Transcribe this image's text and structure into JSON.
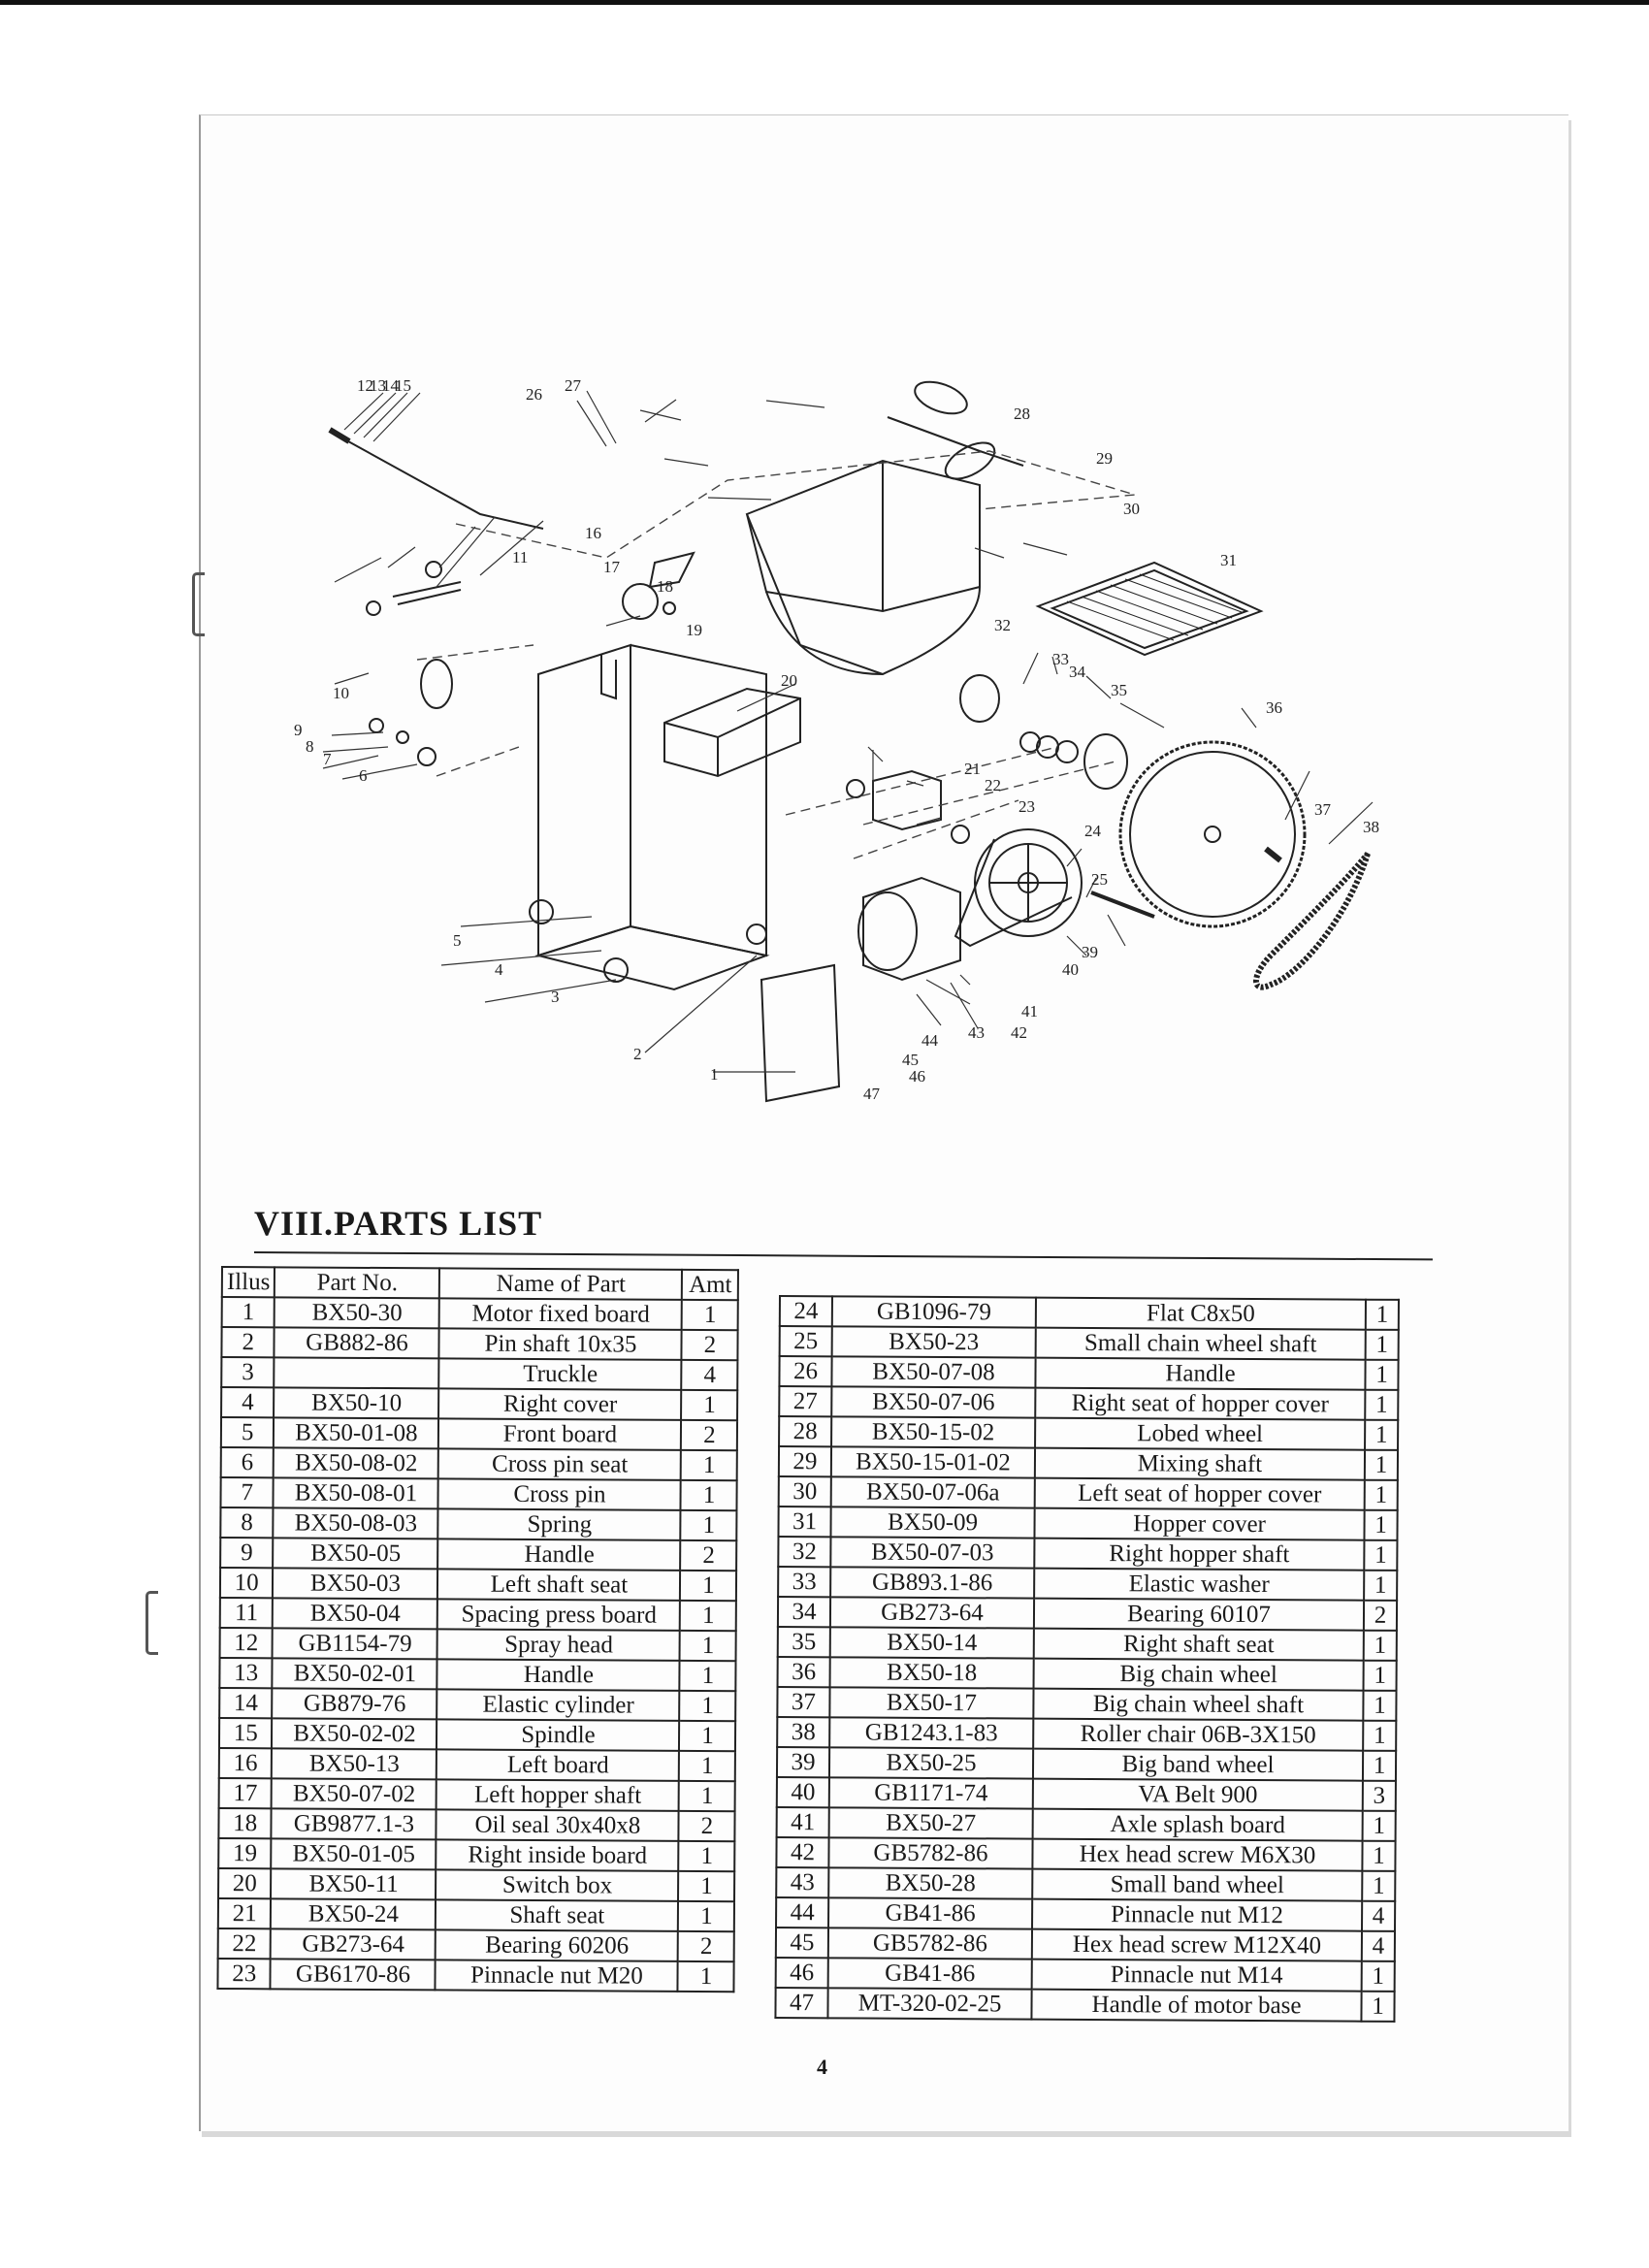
{
  "section_title": "VIII.PARTS LIST",
  "page_number": "4",
  "diagram_callouts": [
    "12",
    "13",
    "14",
    "15",
    "26",
    "27",
    "28",
    "29",
    "30",
    "31",
    "11",
    "16",
    "17",
    "18",
    "19",
    "32",
    "33",
    "34",
    "35",
    "36",
    "10",
    "20",
    "9",
    "8",
    "7",
    "6",
    "21",
    "22",
    "23",
    "24",
    "25",
    "37",
    "38",
    "39",
    "40",
    "5",
    "4",
    "3",
    "41",
    "42",
    "43",
    "44",
    "45",
    "46",
    "47",
    "2",
    "1"
  ],
  "table_left": {
    "headers": [
      "Illus",
      "Part No.",
      "Name of Part",
      "Amt"
    ],
    "rows": [
      [
        "1",
        "BX50-30",
        "Motor fixed board",
        "1"
      ],
      [
        "2",
        "GB882-86",
        "Pin shaft 10x35",
        "2"
      ],
      [
        "3",
        "",
        "Truckle",
        "4"
      ],
      [
        "4",
        "BX50-10",
        "Right cover",
        "1"
      ],
      [
        "5",
        "BX50-01-08",
        "Front board",
        "2"
      ],
      [
        "6",
        "BX50-08-02",
        "Cross pin seat",
        "1"
      ],
      [
        "7",
        "BX50-08-01",
        "Cross pin",
        "1"
      ],
      [
        "8",
        "BX50-08-03",
        "Spring",
        "1"
      ],
      [
        "9",
        "BX50-05",
        "Handle",
        "2"
      ],
      [
        "10",
        "BX50-03",
        "Left shaft seat",
        "1"
      ],
      [
        "11",
        "BX50-04",
        "Spacing press board",
        "1"
      ],
      [
        "12",
        "GB1154-79",
        "Spray head",
        "1"
      ],
      [
        "13",
        "BX50-02-01",
        "Handle",
        "1"
      ],
      [
        "14",
        "GB879-76",
        "Elastic cylinder",
        "1"
      ],
      [
        "15",
        "BX50-02-02",
        "Spindle",
        "1"
      ],
      [
        "16",
        "BX50-13",
        "Left board",
        "1"
      ],
      [
        "17",
        "BX50-07-02",
        "Left hopper shaft",
        "1"
      ],
      [
        "18",
        "GB9877.1-3",
        "Oil seal 30x40x8",
        "2"
      ],
      [
        "19",
        "BX50-01-05",
        "Right inside board",
        "1"
      ],
      [
        "20",
        "BX50-11",
        "Switch box",
        "1"
      ],
      [
        "21",
        "BX50-24",
        "Shaft seat",
        "1"
      ],
      [
        "22",
        "GB273-64",
        "Bearing 60206",
        "2"
      ],
      [
        "23",
        "GB6170-86",
        "Pinnacle nut M20",
        "1"
      ]
    ]
  },
  "table_right": {
    "rows": [
      [
        "24",
        "GB1096-79",
        "Flat C8x50",
        "1"
      ],
      [
        "25",
        "BX50-23",
        "Small chain wheel shaft",
        "1"
      ],
      [
        "26",
        "BX50-07-08",
        "Handle",
        "1"
      ],
      [
        "27",
        "BX50-07-06",
        "Right seat of hopper cover",
        "1"
      ],
      [
        "28",
        "BX50-15-02",
        "Lobed wheel",
        "1"
      ],
      [
        "29",
        "BX50-15-01-02",
        "Mixing shaft",
        "1"
      ],
      [
        "30",
        "BX50-07-06a",
        "Left seat of hopper cover",
        "1"
      ],
      [
        "31",
        "BX50-09",
        "Hopper cover",
        "1"
      ],
      [
        "32",
        "BX50-07-03",
        "Right hopper shaft",
        "1"
      ],
      [
        "33",
        "GB893.1-86",
        "Elastic washer",
        "1"
      ],
      [
        "34",
        "GB273-64",
        "Bearing 60107",
        "2"
      ],
      [
        "35",
        "BX50-14",
        "Right shaft seat",
        "1"
      ],
      [
        "36",
        "BX50-18",
        "Big chain wheel",
        "1"
      ],
      [
        "37",
        "BX50-17",
        "Big chain wheel shaft",
        "1"
      ],
      [
        "38",
        "GB1243.1-83",
        "Roller chair 06B-3X150",
        "1"
      ],
      [
        "39",
        "BX50-25",
        "Big band wheel",
        "1"
      ],
      [
        "40",
        "GB1171-74",
        "VA Belt 900",
        "3"
      ],
      [
        "41",
        "BX50-27",
        "Axle splash board",
        "1"
      ],
      [
        "42",
        "GB5782-86",
        "Hex head screw M6X30",
        "1"
      ],
      [
        "43",
        "BX50-28",
        "Small band wheel",
        "1"
      ],
      [
        "44",
        "GB41-86",
        "Pinnacle nut M12",
        "4"
      ],
      [
        "45",
        "GB5782-86",
        "Hex head screw M12X40",
        "4"
      ],
      [
        "46",
        "GB41-86",
        "Pinnacle nut M14",
        "1"
      ],
      [
        "47",
        "MT-320-02-25",
        "Handle of motor base",
        "1"
      ]
    ]
  }
}
